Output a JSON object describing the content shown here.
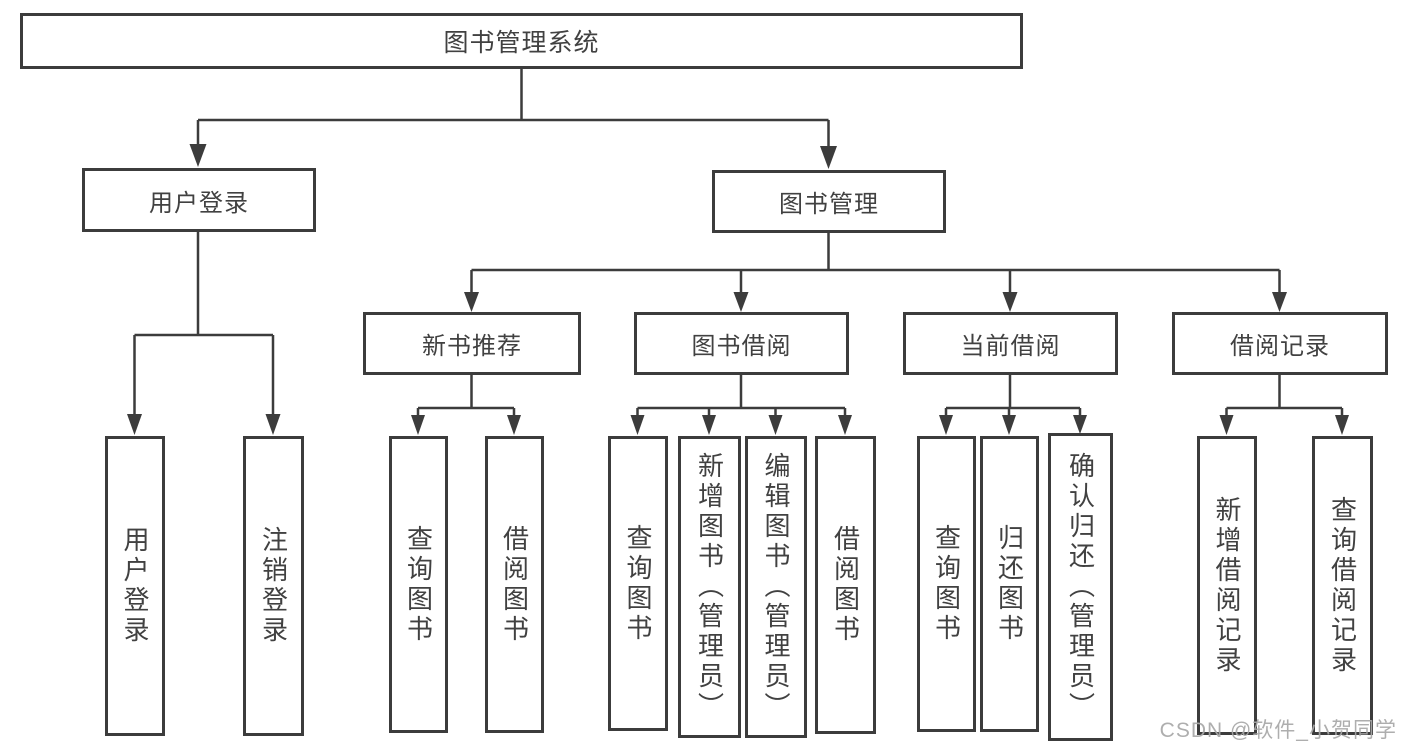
{
  "diagram": {
    "root": {
      "label": "图书管理系统"
    },
    "branches": [
      {
        "label": "用户登录",
        "leaves": [
          {
            "label": "用户登录"
          },
          {
            "label": "注销登录"
          }
        ]
      },
      {
        "label": "图书管理",
        "groups": [
          {
            "label": "新书推荐",
            "leaves": [
              {
                "label": "查询图书"
              },
              {
                "label": "借阅图书"
              }
            ]
          },
          {
            "label": "图书借阅",
            "leaves": [
              {
                "label": "查询图书"
              },
              {
                "label": "新增图书（管理员）"
              },
              {
                "label": "编辑图书（管理员）"
              },
              {
                "label": "借阅图书"
              }
            ]
          },
          {
            "label": "当前借阅",
            "leaves": [
              {
                "label": "查询图书"
              },
              {
                "label": "归还图书"
              },
              {
                "label": "确认归还（管理员）"
              }
            ]
          },
          {
            "label": "借阅记录",
            "leaves": [
              {
                "label": "新增借阅记录"
              },
              {
                "label": "查询借阅记录"
              }
            ]
          }
        ]
      }
    ]
  },
  "watermark": {
    "text": "CSDN @软件_小贺同学"
  },
  "colors": {
    "line": "#3c3c3c",
    "text": "#414141",
    "box_background": "#ffffff",
    "page_background": "#ffffff",
    "watermark": "#a8a8a8"
  }
}
